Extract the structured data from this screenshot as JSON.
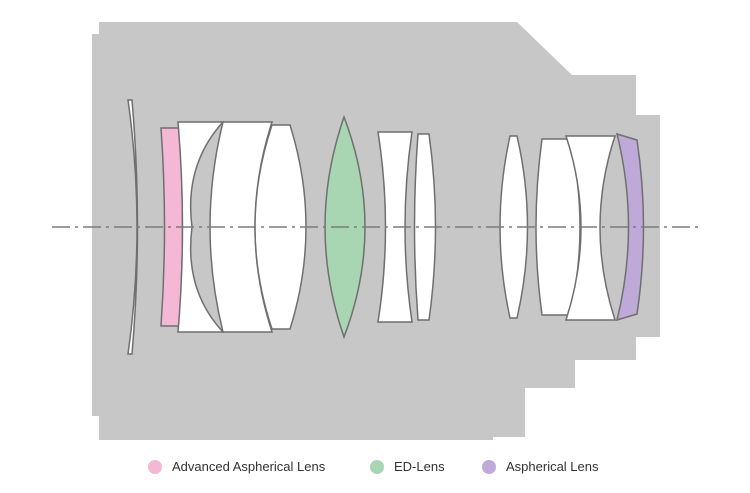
{
  "legend": [
    {
      "label": "Advanced Aspherical Lens",
      "color": "#f4b8d4"
    },
    {
      "label": "ED-Lens",
      "color": "#a9d6b2"
    },
    {
      "label": "Aspherical Lens",
      "color": "#bea9d8"
    }
  ],
  "colors": {
    "barrel": "#c7c7c7",
    "lens": "#ffffff",
    "stroke": "#6f6f6f",
    "axis": "#7b7b7b"
  }
}
